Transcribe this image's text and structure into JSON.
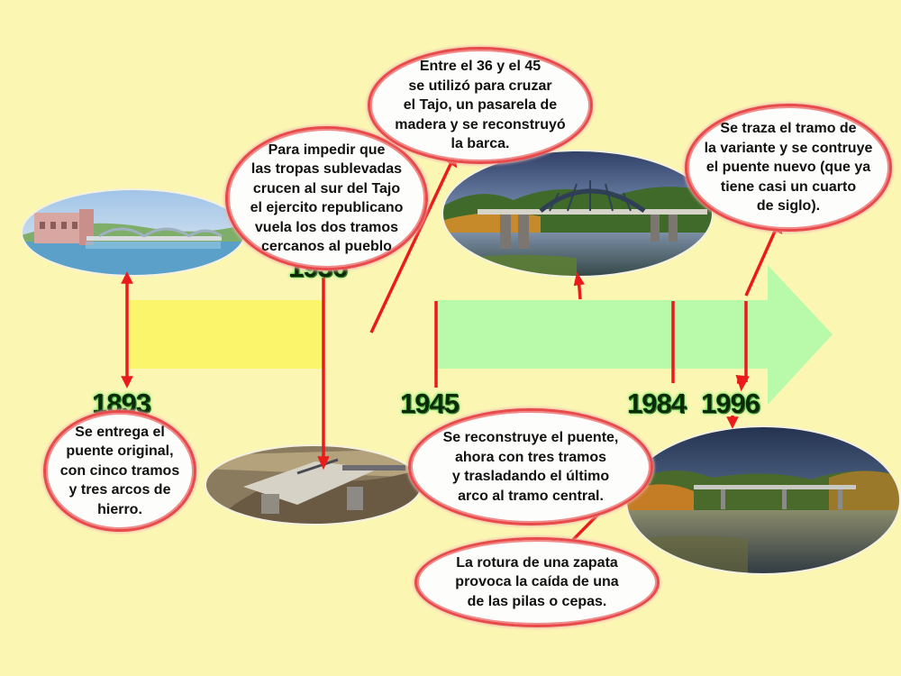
{
  "colors": {
    "background": "#fbf7b3",
    "yellow_bar": "#fbf56c",
    "green_arrow": "#b9f9aa",
    "connector": "#ea1b1b",
    "callout_border": "#e84a4a",
    "year_glow": "#5fe05a"
  },
  "years": {
    "y1893": "1893",
    "y1936": "1936",
    "y1945": "1945",
    "y1984": "1984",
    "y1996": "1996"
  },
  "callouts": {
    "c1893": "Se entrega el\npuente original,\ncon cinco tramos\ny tres arcos de\nhierro.",
    "c1936": "Para impedir que\nlas tropas sublevadas\ncrucen al sur del Tajo\nel ejercito republicano\nvuela los dos tramos\ncercanos al pueblo",
    "c1936_45": "Entre el 36 y el 45\nse utilizó para cruzar\nel Tajo, un pasarela de\nmadera y se reconstruyó\nla barca.",
    "c1945": "Se reconstruye el puente,\nahora con tres tramos\ny trasladando el último\narco al tramo central.",
    "c1984": "La rotura de una zapata\nprovoca la caída de una\nde las pilas o cepas.",
    "c1996": "Se traza el tramo de\nla variante y se contruye\nel puente nuevo (que ya\ntiene casi un cuarto\nde siglo)."
  }
}
